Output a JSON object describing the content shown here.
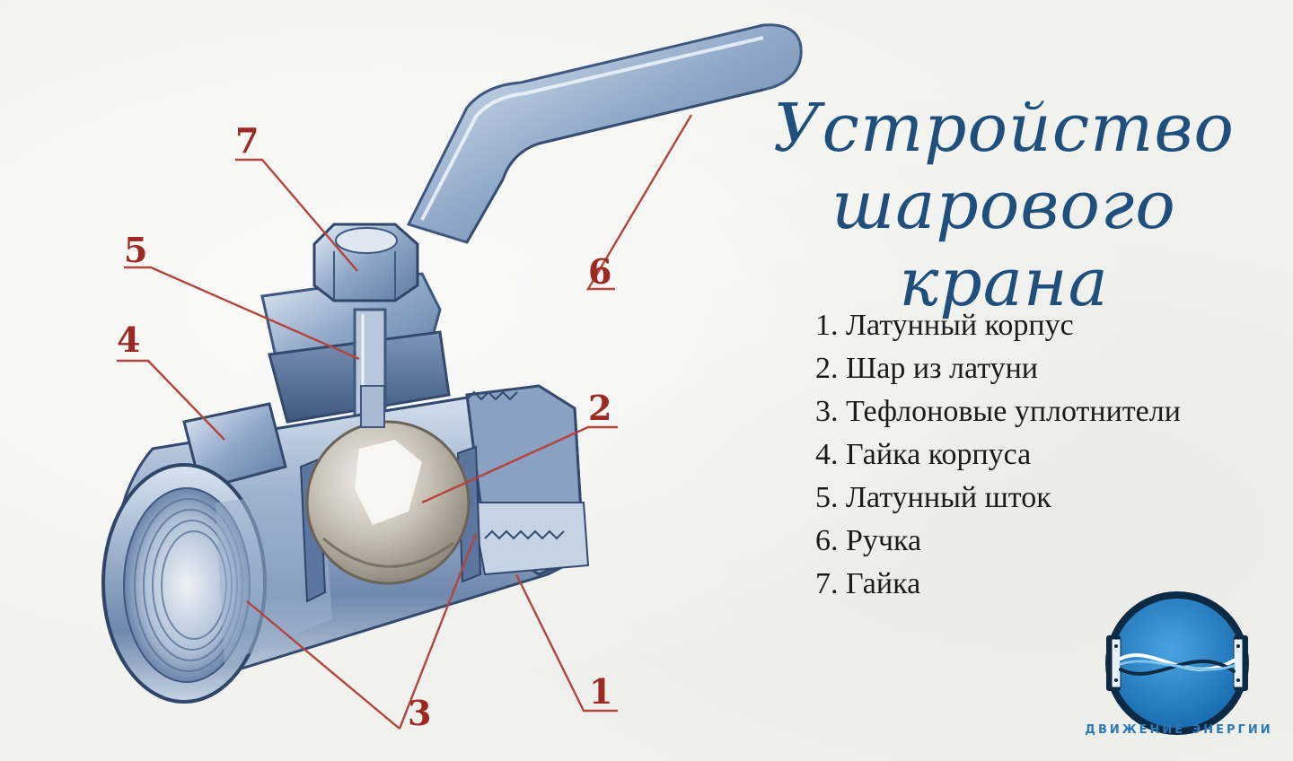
{
  "title": {
    "line1": "Устройство",
    "line2": "шарового крана"
  },
  "callouts": {
    "c1": "1",
    "c2": "2",
    "c3": "3",
    "c4": "4",
    "c5": "5",
    "c6": "6",
    "c7": "7"
  },
  "legend": [
    "1. Латунный корпус",
    "2. Шар из латуни",
    "3. Тефлоновые уплотнители",
    "4. Гайка корпуса",
    "5. Латунный шток",
    "6. Ручка",
    "7. Гайка"
  ],
  "logo": {
    "name": "ДВИЖЕНИЕ ЭНЕРГИИ"
  },
  "colors": {
    "callout": "#9c2a22",
    "title": "#1f4f7c",
    "logo": "#2a78b5"
  }
}
